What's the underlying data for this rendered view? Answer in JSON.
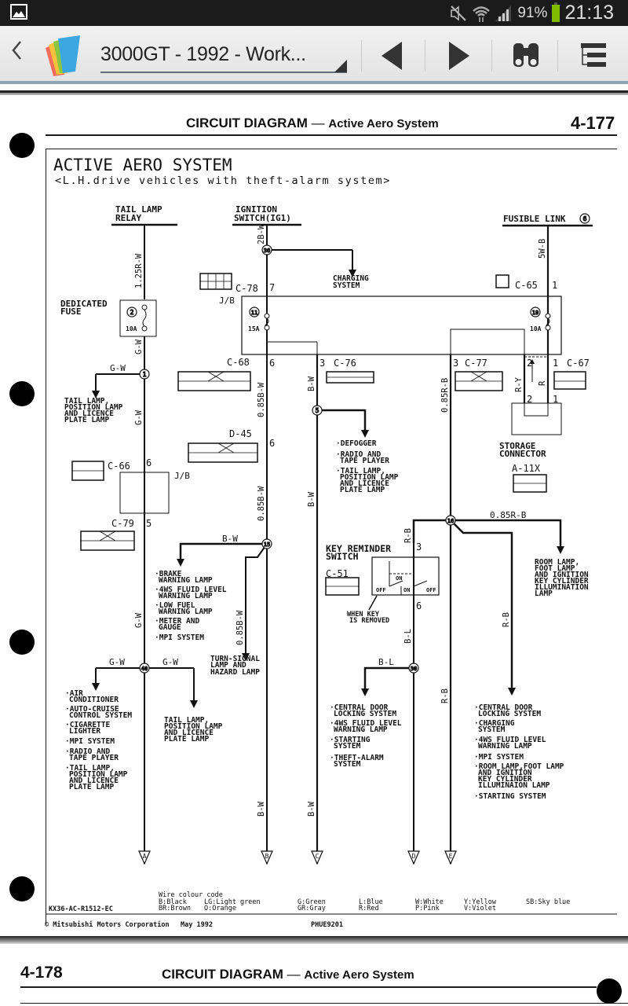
{
  "status_bar": {
    "battery_percent": "91%",
    "time": "21:13",
    "battery_color": "#7fba00"
  },
  "toolbar": {
    "back_icon": "chevron-left-icon",
    "app_icon": "polaris-office-icon",
    "document_title": "3000GT - 1992 - Work...",
    "buttons": [
      {
        "name": "previous-page",
        "icon": "triangle-left-icon"
      },
      {
        "name": "next-page",
        "icon": "triangle-right-icon"
      },
      {
        "name": "find",
        "icon": "binoculars-icon"
      },
      {
        "name": "outline",
        "icon": "outline-tree-icon"
      }
    ]
  },
  "page_1": {
    "header_title": "CIRCUIT DIAGRAM",
    "header_dash": "—",
    "header_subtitle": "Active Aero System",
    "page_number": "4-177",
    "diagram_title": "ACTIVE AERO SYSTEM",
    "diagram_subtitle": "<L.H.drive vehicles with theft-alarm system>",
    "sources": {
      "tail_lamp_relay": [
        "TAIL LAMP",
        "RELAY"
      ],
      "ignition_switch": [
        "IGNITION",
        "SWITCH(IG1)"
      ],
      "fusible_link": "FUSIBLE LINK",
      "fusible_link_num": "6"
    },
    "wires": {
      "w1": "1.25R-W",
      "w2": "2B-W",
      "w3": "5W-B",
      "gw": "G-W",
      "bw": "B-W",
      "b085w": "0.85B-W",
      "r085b": "0.85R-B",
      "rb": "R-B",
      "ry": "R-Y",
      "r": "R",
      "bl": "B-L"
    },
    "fuses": {
      "dedicated_label": [
        "DEDICATED",
        "FUSE"
      ],
      "f2_num": "2",
      "f2_amp": "10A",
      "f11_num": "11",
      "f11_amp": "15A",
      "f19_num": "19",
      "f19_amp": "10A"
    },
    "connectors": {
      "c78": "C-78",
      "c78_pin": "7",
      "c65": "C-65",
      "c65_pin": "1",
      "c68": "C-68",
      "c68_pin": "6",
      "c76": "C-76",
      "c76_pin": "3",
      "c77": "C-77",
      "c77_pin": "3",
      "c67": "C-67",
      "c67_pin1": "1",
      "c67_pin2": "2",
      "d45": "D-45",
      "d45_pin": "6",
      "c66": "C-66",
      "c66_pin": "6",
      "c79": "C-79",
      "c79_pin": "5",
      "c51": "C-51",
      "a11x": "A-11X",
      "jb": "J/B",
      "ks_pin3": "3",
      "ks_pin6": "6",
      "sc_pin2": "2",
      "sc_pin1": "1"
    },
    "junctions": {
      "j36": "36",
      "j1": "1",
      "j5": "5",
      "j15": "15",
      "j16": "16",
      "j40": "40",
      "j30": "30"
    },
    "labels": {
      "charging_system": [
        "CHARGING",
        "SYSTEM"
      ],
      "tail_lamp_1": [
        "TAIL LAMP,",
        "POSITION LAMP",
        "AND LICENCE",
        "PLATE LAMP"
      ],
      "storage_connector": [
        "STORAGE",
        "CONNECTOR"
      ],
      "key_reminder": [
        "KEY REMINDER",
        "SWITCH"
      ],
      "when_key": [
        "WHEN KEY",
        "IS REMOVED"
      ],
      "sw_on": "ON",
      "sw_off": "OFF",
      "turn_signal": [
        "TURN-SIGNAL",
        "LAMP AND",
        "HAZARD LAMP"
      ],
      "room_lamp": [
        "ROOM LAMP,",
        "FOOT LAMP",
        "AND IGNITION",
        "KEY CYLINDER",
        "ILLUMINATION",
        "LAMP"
      ],
      "tail_lamp_2": [
        "TAIL LAMP,",
        "POSITION LAMP",
        "AND LICENCE",
        "PLATE LAMP"
      ]
    },
    "lists": {
      "b_w_19": [
        [
          "BRAKE",
          "WARNING LAMP"
        ],
        [
          "4WS FLUID LEVEL",
          "WARNING LAMP"
        ],
        [
          "LOW FUEL",
          "WARNING LAMP"
        ],
        [
          "METER AND",
          "GAUGE"
        ],
        [
          "MPI SYSTEM"
        ]
      ],
      "b_w_5": [
        [
          "DEFOGGER"
        ],
        [
          "RADIO AND",
          "TAPE PLAYER"
        ],
        [
          "TAIL LAMP,",
          "POSITION LAMP",
          "AND LICENCE",
          "PLATE LAMP"
        ]
      ],
      "g_w_40": [
        [
          "AIR",
          "CONDITIONER"
        ],
        [
          "AUTO-CRUISE",
          "CONTROL SYSTEM"
        ],
        [
          "CIGARETTE",
          "LIGHTER"
        ],
        [
          "MPI SYSTEM"
        ],
        [
          "RADIO AND",
          "TAPE PLAYER"
        ],
        [
          "TAIL LAMP,",
          "POSITION LAMP",
          "AND LICENCE",
          "PLATE LAMP"
        ]
      ],
      "b_l_30": [
        [
          "CENTRAL DOOR",
          "LOCKING SYSTEM"
        ],
        [
          "4WS FLUID LEVEL",
          "WARNING LAMP"
        ],
        [
          "STARTING",
          "SYSTEM"
        ],
        [
          "THEFT-ALARM",
          "SYSTEM"
        ]
      ],
      "r_b_16": [
        [
          "CENTRAL DOOR",
          "LOCKING SYSTEM"
        ],
        [
          "CHARGING",
          "SYSTEM"
        ],
        [
          "4WS FLUID LEVEL",
          "WARNING LAMP"
        ],
        [
          "MPI SYSTEM"
        ],
        [
          "ROOM LAMP,FOOT LAMP",
          "AND IGNITION",
          "KEY CYLINDER",
          "ILLUMINAION LAMP"
        ],
        [
          "STARTING SYSTEM"
        ]
      ]
    },
    "terminals": [
      "A",
      "B",
      "C",
      "D",
      "E"
    ],
    "footer": {
      "code": "KX36-AC-R1512-EC",
      "legend_title": "Wire colour code",
      "legend": [
        [
          "B:Black",
          "BR:Brown"
        ],
        [
          "LG:Light green",
          "O:Orange"
        ],
        [
          "G:Green",
          "GR:Gray"
        ],
        [
          "L:Blue",
          "R:Red"
        ],
        [
          "W:White",
          "P:Pink"
        ],
        [
          "Y:Yellow",
          "V:Violet"
        ],
        [
          "SB:Sky blue",
          ""
        ]
      ],
      "copyright": "© Mitsubishi Motors Corporation",
      "date": "May 1992",
      "pub": "PHUE9201"
    }
  },
  "page_2": {
    "page_number": "4-178",
    "header_title": "CIRCUIT DIAGRAM",
    "header_dash": "—",
    "header_subtitle": "Active Aero System"
  }
}
